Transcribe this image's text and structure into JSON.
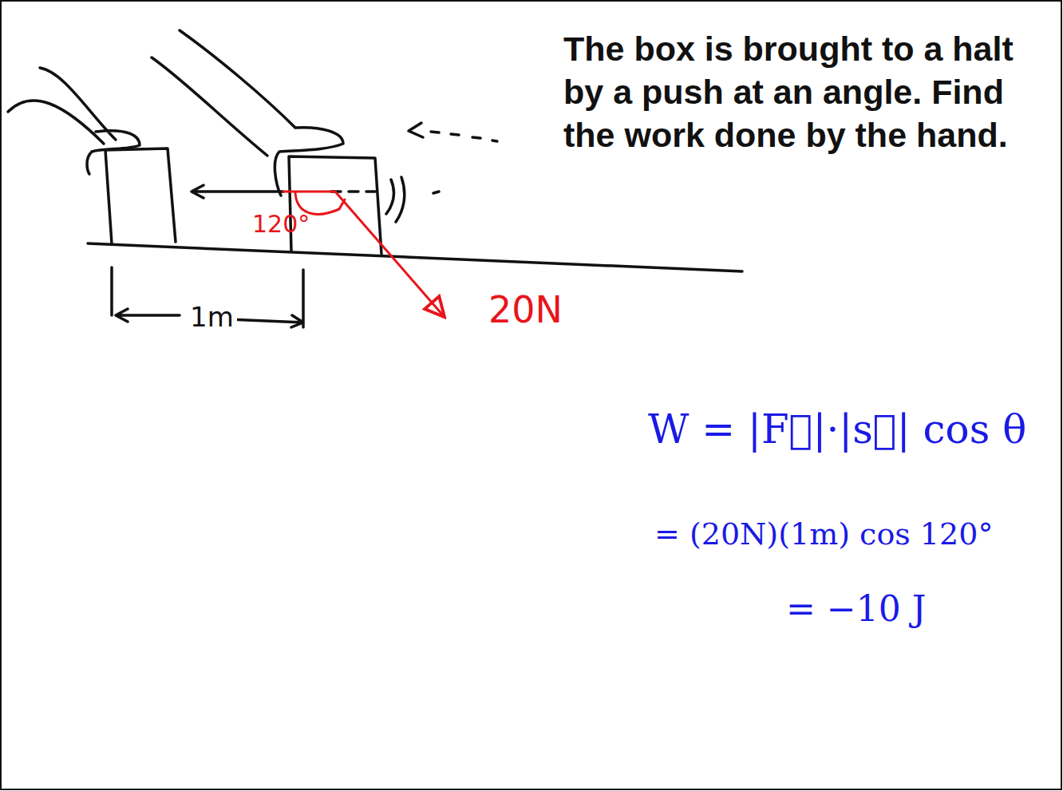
{
  "diagram": {
    "title": "The box is brought to a halt by a push at an angle. Find the work done by the hand.",
    "labels": [
      "120°",
      "1m",
      "20N",
      "W = |F⃗|·|s⃗| cos θ",
      "= (20N)(1m) cos 120°",
      "= −10 J"
    ]
  }
}
